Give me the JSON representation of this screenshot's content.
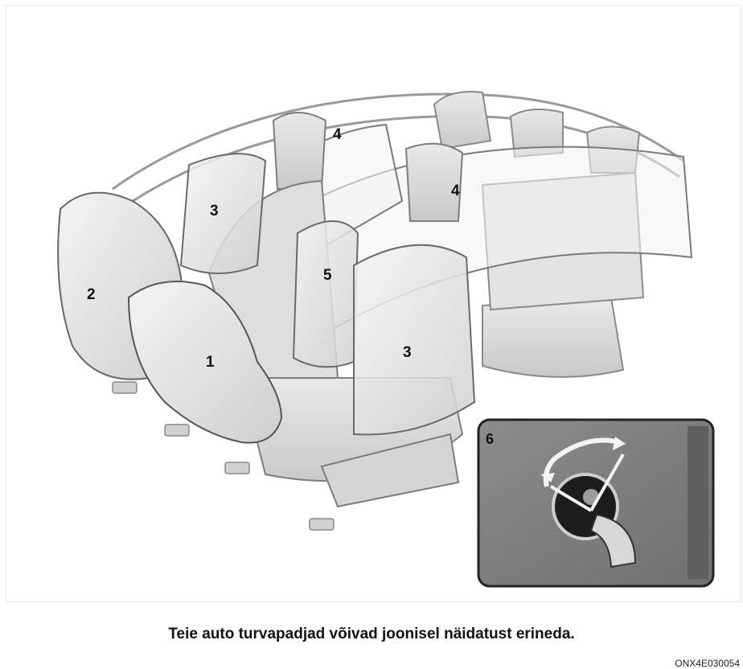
{
  "callouts": {
    "driver_front": "1",
    "passenger_front": "2",
    "side_far": "3",
    "side_near": "3",
    "curtain_rear": "4",
    "curtain_front": "4",
    "center_side": "5",
    "inset": "6"
  },
  "caption": "Teie auto turvapadjad võivad joonisel näidatust erineda.",
  "image_code": "ONX4E030054"
}
